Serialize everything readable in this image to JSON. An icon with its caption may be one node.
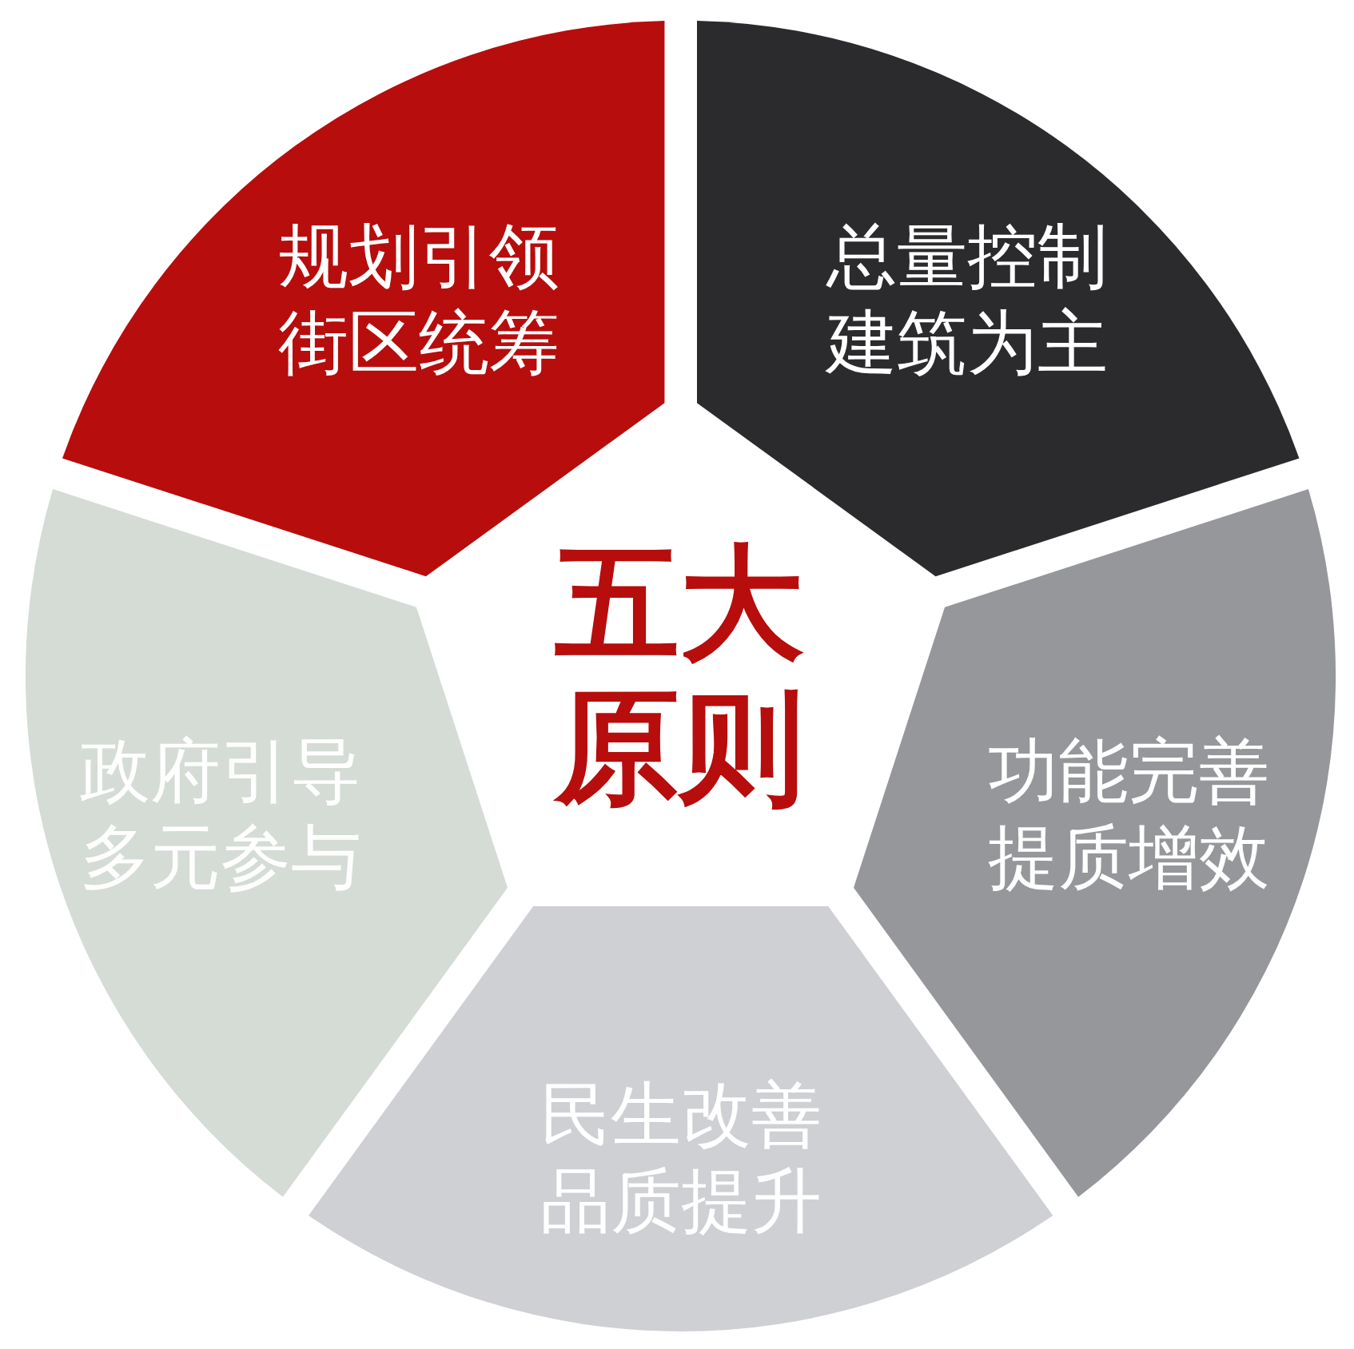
{
  "diagram": {
    "title": "五大原则",
    "nodes": [
      {
        "text": [
          "规划引领街区统筹"
        ]
      },
      {
        "text": [
          "总量控制建筑为主"
        ]
      },
      {
        "text": [
          "功能完善提质增效"
        ]
      },
      {
        "text": [
          "民生改善品质提升"
        ]
      },
      {
        "text": [
          "政府引导多元参与"
        ]
      }
    ]
  }
}
